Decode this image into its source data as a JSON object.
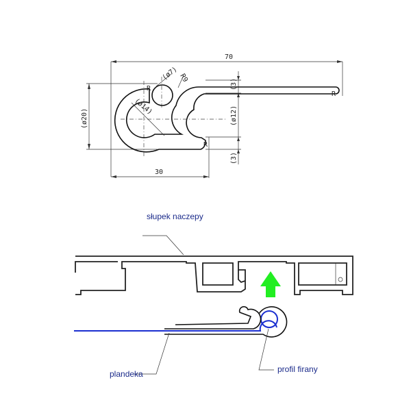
{
  "drawing": {
    "dim_total_width": "70",
    "dim_base_width": "30",
    "dim_height": "(ø20)",
    "dim_top_gap": "(3)",
    "dim_channel": "(ø12)",
    "dim_bottom_gap": "(3)",
    "dim_bead_dia": "(ø7)",
    "dim_radius": "R9",
    "dim_inner_dia": "(ø14)",
    "radius_mark": "R"
  },
  "assembly": {
    "label_post": "słupek naczepy",
    "label_tarp": "plandeka",
    "label_profile": "profil firany",
    "colors": {
      "tarp": "#1a2fd0",
      "arrow": "#22ee22",
      "label": "#1a2a8a"
    }
  }
}
